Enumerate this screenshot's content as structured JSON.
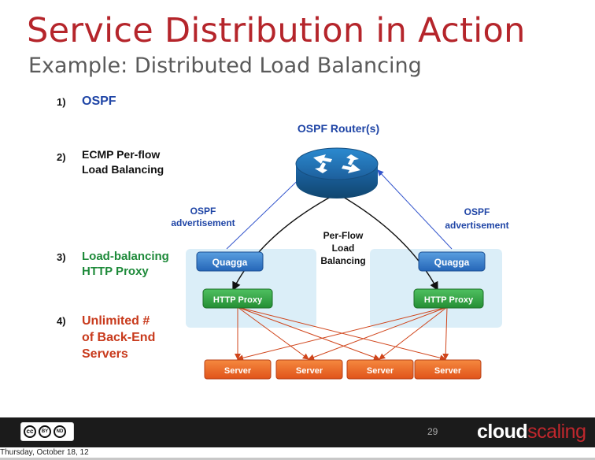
{
  "slide": {
    "title": "Service Distribution in Action",
    "subtitle": "Example: Distributed Load Balancing"
  },
  "steps": [
    {
      "num": "1)",
      "line1": "OSPF",
      "line2": "",
      "line3": "",
      "color": "#1f45a6"
    },
    {
      "num": "2)",
      "line1": "ECMP Per-flow",
      "line2": "Load Balancing",
      "line3": "",
      "color": "#111111"
    },
    {
      "num": "3)",
      "line1": "Load-balancing",
      "line2": "HTTP Proxy",
      "line3": "",
      "color": "#1e8a3a"
    },
    {
      "num": "4)",
      "line1": "Unlimited #",
      "line2": "of Back-End",
      "line3": "Servers",
      "color": "#c83a1c"
    }
  ],
  "diagram": {
    "router_label": "OSPF Router(s)",
    "ospf_left_1": "OSPF",
    "ospf_left_2": "advertisement",
    "ospf_right_1": "OSPF",
    "ospf_right_2": "advertisement",
    "perflow_1": "Per-Flow",
    "perflow_2": "Load",
    "perflow_3": "Balancing",
    "quagga_left": "Quagga",
    "quagga_right": "Quagga",
    "proxy_left": "HTTP Proxy",
    "proxy_right": "HTTP Proxy",
    "servers": [
      "Server",
      "Server",
      "Server",
      "Server"
    ]
  },
  "colors": {
    "title": "#b5252b",
    "quagga": "#2f79c8",
    "proxy": "#2e9a3a",
    "server": "#e8601c",
    "ospf_arrow": "#3355cc",
    "server_arrow": "#d0451b"
  },
  "footer": {
    "page_number": "29",
    "brand_part1": "cloud",
    "brand_part2": "scaling",
    "license_icon": "creative-commons-by-nd-icon",
    "license_by": "BY",
    "license_nd": "ND"
  },
  "date": "Thursday, October 18, 12"
}
